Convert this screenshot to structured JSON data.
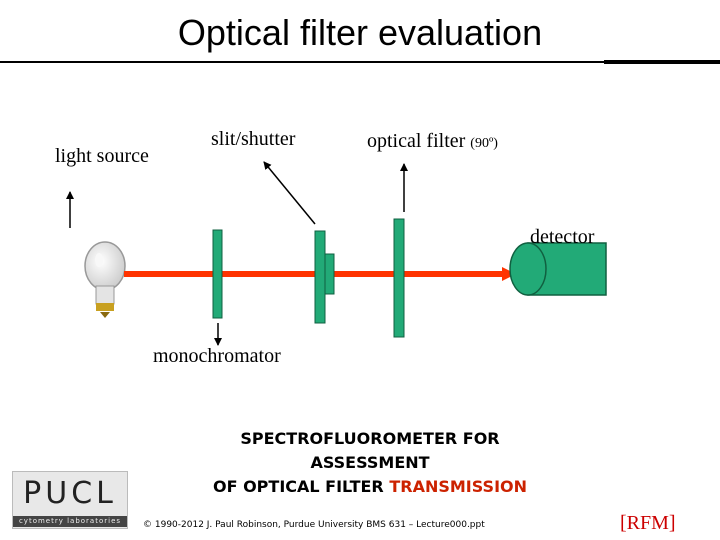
{
  "title": "Optical filter evaluation",
  "labels": {
    "light_source": "light source",
    "slit_shutter": "slit/shutter",
    "optical_filter": "optical filter",
    "angle": "(90º)",
    "detector": "detector",
    "monochromator": "monochromator"
  },
  "caption": {
    "line1": "SPECTROFLUOROMETER FOR",
    "line2": "ASSESSMENT",
    "line3_prefix": "OF OPTICAL FILTER",
    "line3_highlight": "TRANSMISSION"
  },
  "footer": {
    "copyright": "© 1990-2012 J. Paul Robinson, Purdue University BMS 631 – Lecture000.ppt",
    "tag": "[RFM]"
  },
  "logo": {
    "text": "PUCL",
    "subtitle": "cytometry laboratories"
  },
  "colors": {
    "beam": "#ff3300",
    "optics": "#22aa77",
    "highlight": "#cc2200",
    "tag": "#cc0000"
  },
  "icons": [
    "light-bulb-icon"
  ]
}
